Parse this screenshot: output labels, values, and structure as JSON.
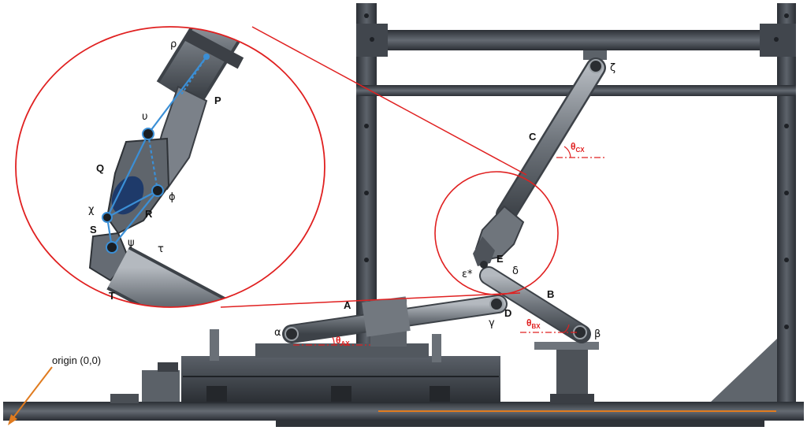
{
  "labels": {
    "A": "A",
    "B": "B",
    "C": "C",
    "D": "D",
    "E": "E",
    "P": "P",
    "Q": "Q",
    "R": "R",
    "S": "S",
    "T": "T"
  },
  "greek": {
    "alpha": "α",
    "beta": "β",
    "gamma": "γ",
    "delta": "δ",
    "epsilon": "ε*",
    "zeta": "ζ",
    "rho": "ρ",
    "upsilon": "υ",
    "phi": "ϕ",
    "chi": "χ",
    "psi": "ψ",
    "tau": "τ"
  },
  "angles": {
    "ax": {
      "symbol": "θ",
      "sub": "AX"
    },
    "bx": {
      "symbol": "θ",
      "sub": "BX"
    },
    "cx": {
      "symbol": "θ",
      "sub": "CX"
    }
  },
  "origin": {
    "label": "origin (0,0)"
  },
  "colors": {
    "frame": "#3a3f47",
    "frame_light": "#6b717a",
    "actuator": "#8a8f96",
    "callout": "#e02020",
    "linkage": "#3b8fd6",
    "origin_arrow": "#e07b1f"
  }
}
